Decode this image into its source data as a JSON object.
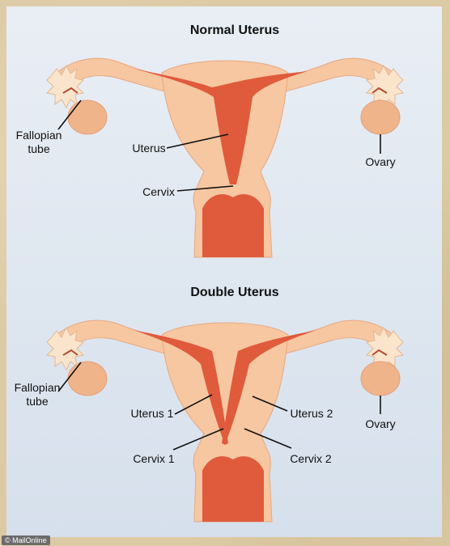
{
  "diagrams": [
    {
      "title": "Normal Uterus",
      "labels": {
        "fallopian_line1": "Fallopian",
        "fallopian_line2": "tube",
        "uterus": "Uterus",
        "cervix": "Cervix",
        "ovary": "Ovary"
      }
    },
    {
      "title": "Double Uterus",
      "labels": {
        "fallopian_line1": "Fallopian",
        "fallopian_line2": "tube",
        "uterus1": "Uterus 1",
        "uterus2": "Uterus 2",
        "cervix1": "Cervix 1",
        "cervix2": "Cervix 2",
        "ovary": "Ovary"
      }
    }
  ],
  "credit": "© MailOnline",
  "colors": {
    "tissue": "#f6c7a1",
    "tissue_stroke": "#e8a882",
    "cavity": "#e05a3c",
    "fimbriae": "#fbe4cc",
    "background": "#e4ebf3"
  }
}
